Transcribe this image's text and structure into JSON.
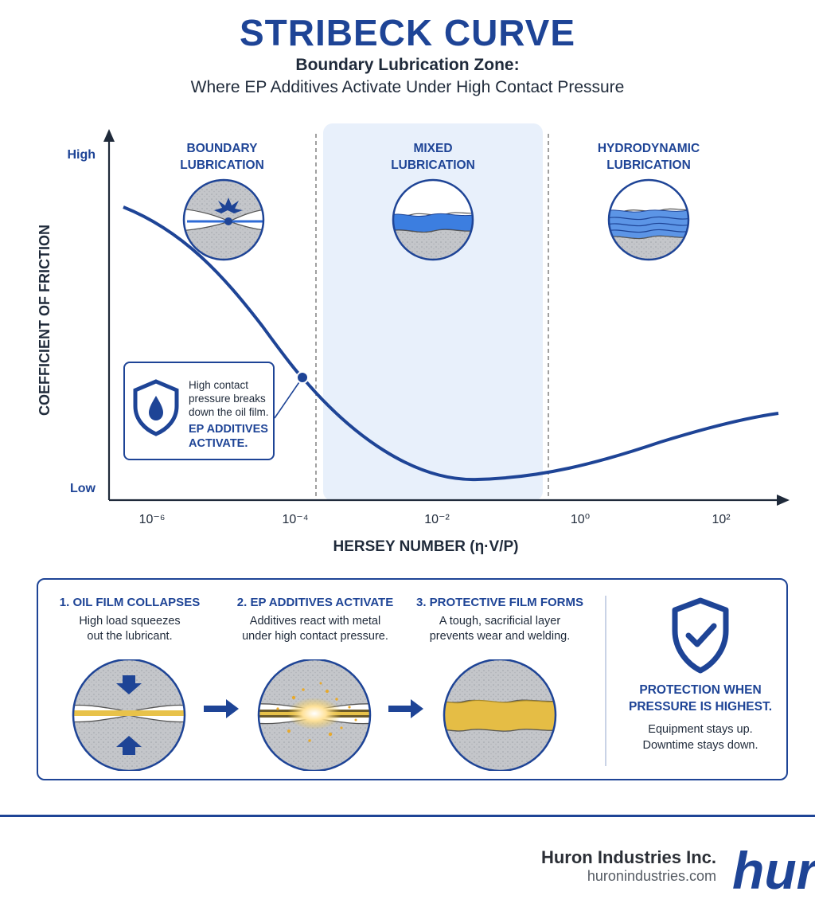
{
  "header": {
    "title": "STRIBECK CURVE",
    "subtitle": "Boundary Lubrication Zone:",
    "subtitle2": "Where EP Additives Activate Under High Contact Pressure"
  },
  "chart": {
    "y_axis_label": "COEFFICIENT OF FRICTION",
    "y_high": "High",
    "y_low": "Low",
    "x_axis_label": "HERSEY NUMBER (η·V/P)",
    "x_ticks": [
      "10⁻⁶",
      "10⁻⁴",
      "10⁻²",
      "10⁰",
      "10²"
    ],
    "zones": [
      {
        "line1": "BOUNDARY",
        "line2": "LUBRICATION"
      },
      {
        "line1": "MIXED",
        "line2": "LUBRICATION"
      },
      {
        "line1": "HYDRODYNAMIC",
        "line2": "LUBRICATION"
      }
    ],
    "callout": {
      "line1": "High contact",
      "line2": "pressure breaks",
      "line3": "down the oil film.",
      "emph1": "EP ADDITIVES",
      "emph2": "ACTIVATE."
    }
  },
  "process": {
    "steps": [
      {
        "title": "1. OIL FILM COLLAPSES",
        "desc1": "High load squeezes",
        "desc2": "out the lubricant."
      },
      {
        "title": "2. EP ADDITIVES ACTIVATE",
        "desc1": "Additives react with metal",
        "desc2": "under high contact pressure."
      },
      {
        "title": "3. PROTECTIVE FILM FORMS",
        "desc1": "A tough, sacrificial layer",
        "desc2": "prevents wear and welding."
      }
    ],
    "protection": {
      "title1": "PROTECTION WHEN",
      "title2": "PRESSURE IS HIGHEST.",
      "desc1": "Equipment stays up.",
      "desc2": "Downtime stays down."
    }
  },
  "footer": {
    "company": "Huron Industries Inc.",
    "website": "huronindustries.com",
    "logo_text": "huro"
  },
  "colors": {
    "brand_blue": "#1e4496",
    "zone_fill": "#e8f0fb",
    "oil_yellow": "#e8c24a",
    "metal_gray": "#c4c6ca"
  }
}
